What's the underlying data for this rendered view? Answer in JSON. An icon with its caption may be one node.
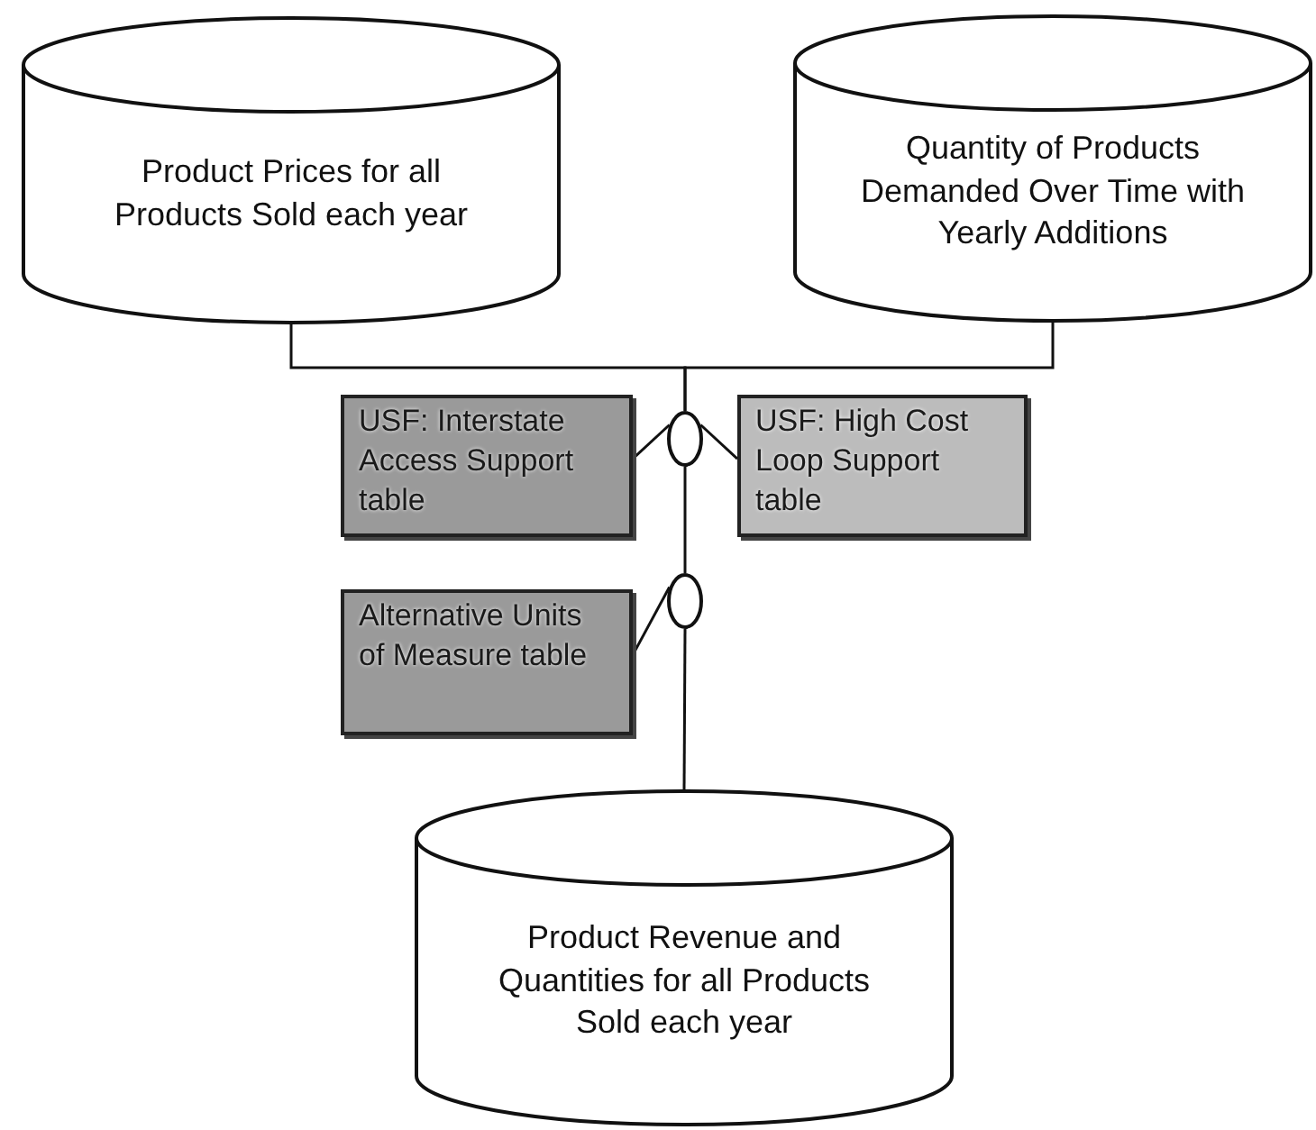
{
  "diagram": {
    "nodes": [
      {
        "text": [
          "Product Prices for all Products Sold each year"
        ]
      },
      {
        "text": [
          "Quantity of Products Demanded Over Time with Yearly Additions"
        ]
      },
      {
        "text": [
          "USF: Interstate Access Support table"
        ]
      },
      {
        "text": [],
        "shape": "circle"
      },
      {
        "text": [
          "USF: High Cost Loop Support table"
        ]
      },
      {
        "text": [
          "Alternative Units of Measure table"
        ]
      },
      {
        "text": [],
        "shape": "circle"
      },
      {
        "text": [
          "Product Revenue and Quantities for all Products Sold each year"
        ]
      }
    ],
    "edges": [
      {
        "from": 0,
        "to": 3,
        "arrow": "none"
      },
      {
        "from": 1,
        "to": 3,
        "arrow": "none"
      },
      {
        "from": 2,
        "to": 3,
        "arrow": "none"
      },
      {
        "from": 4,
        "to": 3,
        "arrow": "none"
      },
      {
        "from": 3,
        "to": 6,
        "arrow": "none"
      },
      {
        "from": 5,
        "to": 6,
        "arrow": "none"
      },
      {
        "from": 6,
        "to": 7,
        "arrow": "none"
      }
    ]
  }
}
